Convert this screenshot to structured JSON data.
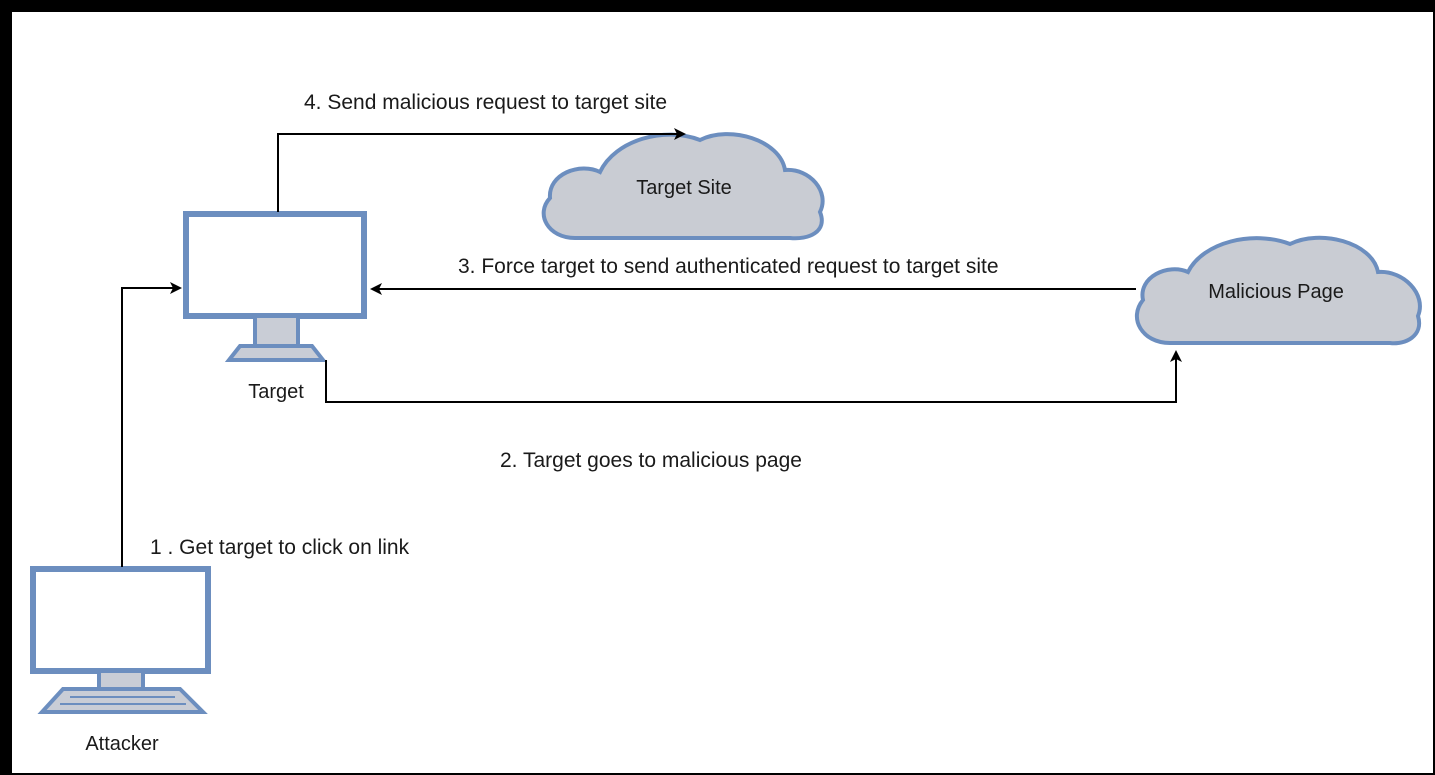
{
  "diagram": {
    "nodes": {
      "target_label": "Target",
      "attacker_label": "Attacker",
      "target_site_label": "Target Site",
      "malicious_page_label": "Malicious Page"
    },
    "steps": {
      "step1": "1 . Get target to click on link",
      "step2": "2. Target goes to malicious page",
      "step3": "3. Force target to send authenticated request to target site",
      "step4": "4. Send malicious request to target site"
    },
    "colors": {
      "monitor_stroke": "#6c8ebf",
      "monitor_fill": "#ffffff",
      "stand_fill": "#c9cdd6",
      "cloud_fill": "#c9ccd3",
      "cloud_stroke": "#6c8ebf",
      "arrow": "#000000",
      "frame": "#000000"
    }
  }
}
